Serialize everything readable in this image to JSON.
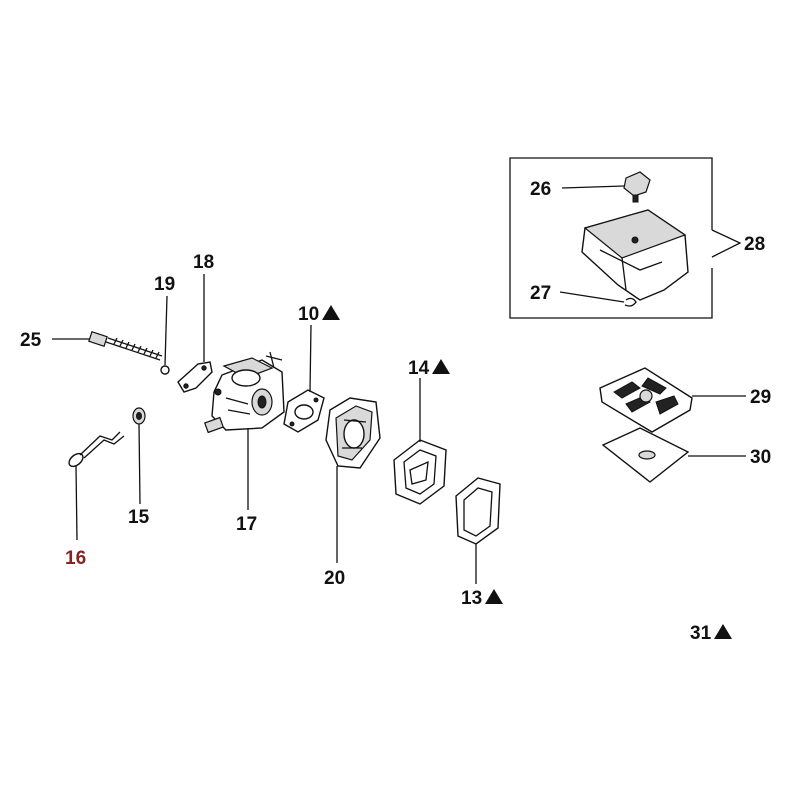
{
  "diagram": {
    "callouts": [
      {
        "id": "25",
        "text": "25",
        "mark": false
      },
      {
        "id": "19",
        "text": "19",
        "mark": false
      },
      {
        "id": "18",
        "text": "18",
        "mark": false
      },
      {
        "id": "10",
        "text": "10",
        "mark": true
      },
      {
        "id": "14",
        "text": "14",
        "mark": true
      },
      {
        "id": "26",
        "text": "26",
        "mark": false
      },
      {
        "id": "27",
        "text": "27",
        "mark": false
      },
      {
        "id": "28",
        "text": "28",
        "mark": false
      },
      {
        "id": "29",
        "text": "29",
        "mark": false
      },
      {
        "id": "30",
        "text": "30",
        "mark": false
      },
      {
        "id": "16",
        "text": "16",
        "mark": false
      },
      {
        "id": "15",
        "text": "15",
        "mark": false
      },
      {
        "id": "17",
        "text": "17",
        "mark": false
      },
      {
        "id": "20",
        "text": "20",
        "mark": false
      },
      {
        "id": "13",
        "text": "13",
        "mark": true
      },
      {
        "id": "31",
        "text": "31",
        "mark": true
      }
    ],
    "colors": {
      "ink": "#111111",
      "highlight_label": "#8b2222",
      "background": "#ffffff"
    }
  }
}
